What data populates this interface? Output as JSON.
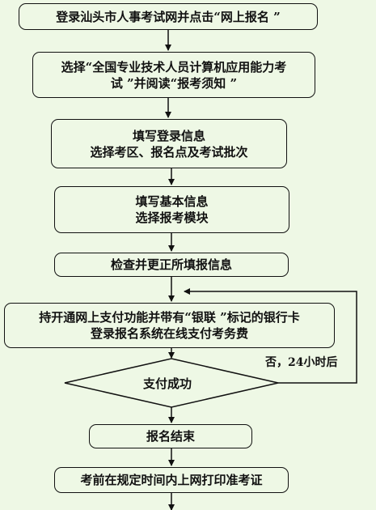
{
  "steps": {
    "login": "登录汕头市人事考试网并点击“网上报名 ”",
    "select_exam_line1": "选择“全国专业技术人员计算机应用能力考",
    "select_exam_line2": "试 ”并阅读“报考须知 ”",
    "fill_login_line1": "填写登录信息",
    "fill_login_line2": "选择考区、报名点及考试批次",
    "fill_basic_line1": "填写基本信息",
    "fill_basic_line2": "选择报考模块",
    "check_info": "检查并更正所填报信息",
    "pay_line1": "持开通网上支付功能并带有“银联 ”标记的银行卡",
    "pay_line2": "登录报名系统在线支付考务费",
    "decision": "支付成功",
    "retry_label": "否，24小时后",
    "finish": "报名结束",
    "print_ticket": "考前在规定时间内上网打印准考证"
  },
  "colors": {
    "background": "#eef8e5",
    "stroke": "#111111"
  }
}
